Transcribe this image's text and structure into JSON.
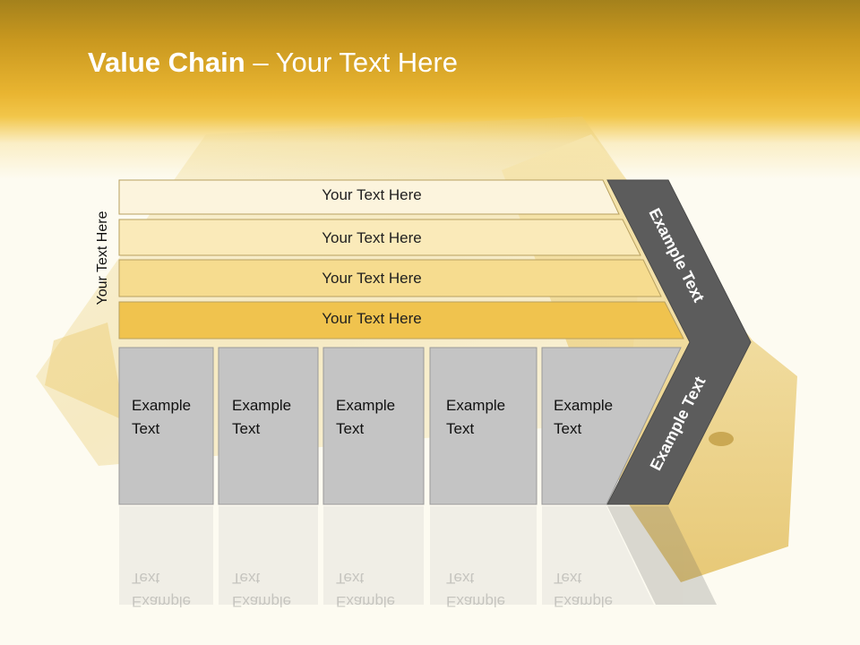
{
  "title": {
    "bold": "Value Chain",
    "rest": " – Your Text Here"
  },
  "side_label": "Your Text Here",
  "bars": [
    {
      "label": "Your Text Here",
      "color": "#fcf4dd"
    },
    {
      "label": "Your Text Here",
      "color": "#faeab9"
    },
    {
      "label": "Your Text Here",
      "color": "#f6dc8f"
    },
    {
      "label": "Your Text Here",
      "color": "#f0c34e"
    }
  ],
  "boxes": [
    {
      "line1": "Example",
      "line2": "Text"
    },
    {
      "line1": "Example",
      "line2": "Text"
    },
    {
      "line1": "Example",
      "line2": "Text"
    },
    {
      "line1": "Example",
      "line2": "Text"
    },
    {
      "line1": "Example",
      "line2": "Text"
    }
  ],
  "arrow": {
    "upper_label": "Example Text",
    "lower_label": "Example Text"
  },
  "colors": {
    "header_gold": "#e9b531",
    "box_gray": "#c4c4c4",
    "arrow_dark": "#5c5c5c",
    "bar_border": "#b8a060"
  }
}
